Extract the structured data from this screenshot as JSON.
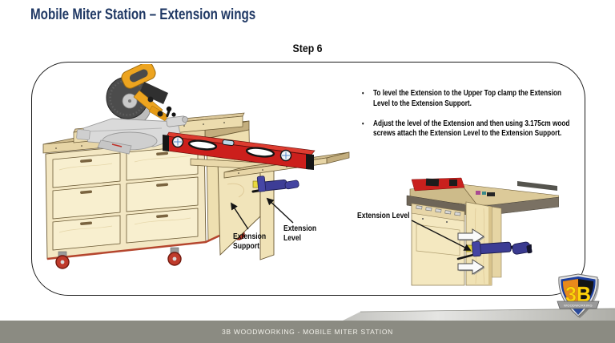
{
  "slide": {
    "title": "Mobile Miter Station – Extension wings",
    "step_label": "Step 6",
    "instructions": {
      "bullets": [
        "To level the Extension to the Upper Top clamp the Extension Level to the Extension Support.",
        "Adjust the level of the Extension and then using 3.175cm wood screws attach the Extension Level to the Extension Support."
      ]
    },
    "main_view": {
      "labels": {
        "extension_support": "Extension Support",
        "extension_level": "Extension Level"
      }
    },
    "detail_view": {
      "label_extension_level": "Extension Level",
      "arrow_icon": "arrow-right-icon"
    },
    "footer": {
      "text": "3B WOODWORKING - MOBILE MITER STATION"
    },
    "logo": {
      "monogram": "3B",
      "banner": "WOODWORKING"
    },
    "colors": {
      "title_navy": "#1f3864",
      "footer_bar": "#8b8b82",
      "level_red": "#c9201d",
      "clamp_blue": "#3c3c94",
      "saw_yellow": "#eda41f",
      "wood_light": "#f3e7c3",
      "wood_top": "#d3bf90",
      "logo_orange": "#e8891b",
      "logo_yellow": "#ffd60a",
      "logo_blue": "#1d3f9e"
    }
  }
}
